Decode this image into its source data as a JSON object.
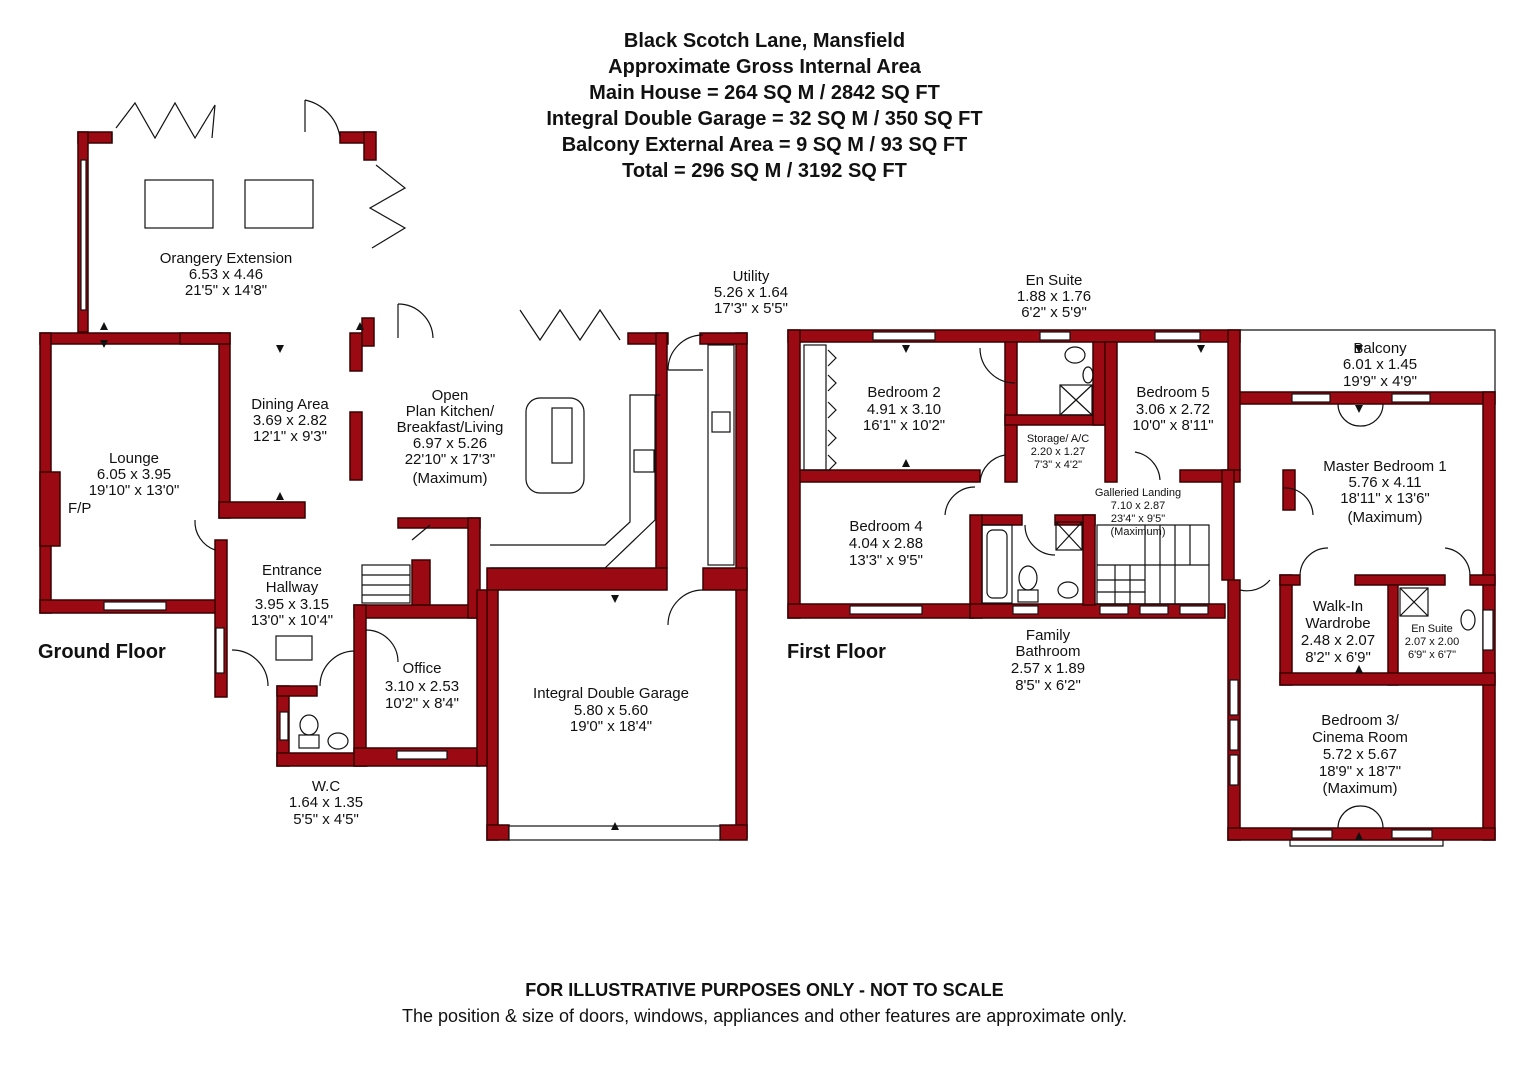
{
  "header": {
    "address": "Black Scotch Lane, Mansfield",
    "area_title": "Approximate Gross Internal Area",
    "main_house": "Main House = 264 SQ M / 2842 SQ FT",
    "garage": "Integral Double Garage = 32 SQ M / 350 SQ FT",
    "balcony": "Balcony External Area = 9 SQ M / 93 SQ FT",
    "total": "Total = 296 SQ M / 3192 SQ FT"
  },
  "floors": {
    "ground": "Ground Floor",
    "first": "First Floor"
  },
  "rooms": {
    "orangery": {
      "name": "Orangery Extension",
      "metric": "6.53 x 4.46",
      "imperial": "21'5\" x 14'8\""
    },
    "lounge": {
      "name": "Lounge",
      "metric": "6.05 x 3.95",
      "imperial": "19'10\" x 13'0\"",
      "extra": "F/P"
    },
    "dining": {
      "name": "Dining Area",
      "metric": "3.69 x 2.82",
      "imperial": "12'1\" x 9'3\""
    },
    "kitchen": {
      "line1": "Open",
      "line2": "Plan Kitchen/",
      "line3": "Breakfast/Living",
      "metric": "6.97 x 5.26",
      "imperial": "22'10\" x 17'3\"",
      "note": "(Maximum)"
    },
    "utility": {
      "name": "Utility",
      "metric": "5.26 x 1.64",
      "imperial": "17'3\" x 5'5\""
    },
    "hallway": {
      "line1": "Entrance",
      "line2": "Hallway",
      "metric": "3.95 x 3.15",
      "imperial": "13'0\" x 10'4\""
    },
    "office": {
      "name": "Office",
      "metric": "3.10 x 2.53",
      "imperial": "10'2\" x 8'4\""
    },
    "wc": {
      "name": "W.C",
      "metric": "1.64 x 1.35",
      "imperial": "5'5\" x 4'5\""
    },
    "garage": {
      "name": "Integral Double Garage",
      "metric": "5.80 x 5.60",
      "imperial": "19'0\" x 18'4\""
    },
    "en_suite_top": {
      "name": "En Suite",
      "metric": "1.88 x 1.76",
      "imperial": "6'2\" x 5'9\""
    },
    "bedroom2": {
      "name": "Bedroom 2",
      "metric": "4.91 x 3.10",
      "imperial": "16'1\" x 10'2\""
    },
    "bedroom5": {
      "name": "Bedroom 5",
      "metric": "3.06 x 2.72",
      "imperial": "10'0\" x 8'11\""
    },
    "balcony": {
      "name": "Balcony",
      "metric": "6.01 x 1.45",
      "imperial": "19'9\" x 4'9\""
    },
    "storage": {
      "name": "Storage/ A/C",
      "metric": "2.20 x 1.27",
      "imperial": "7'3\" x 4'2\""
    },
    "master": {
      "name": "Master Bedroom 1",
      "metric": "5.76 x 4.11",
      "imperial": "18'11\" x 13'6\"",
      "note": "(Maximum)"
    },
    "landing": {
      "name": "Galleried Landing",
      "metric": "7.10 x 2.87",
      "imperial": "23'4\" x 9'5\"",
      "note": "(Maximum)"
    },
    "bedroom4": {
      "name": "Bedroom 4",
      "metric": "4.04 x 2.88",
      "imperial": "13'3\" x 9'5\""
    },
    "bathroom": {
      "line1": "Family",
      "line2": "Bathroom",
      "metric": "2.57 x 1.89",
      "imperial": "8'5\" x 6'2\""
    },
    "walkin": {
      "line1": "Walk-In",
      "line2": "Wardrobe",
      "metric": "2.48 x 2.07",
      "imperial": "8'2\" x 6'9\""
    },
    "en_suite_small": {
      "name": "En Suite",
      "metric": "2.07 x 2.00",
      "imperial": "6'9\" x 6'7\""
    },
    "bedroom3": {
      "line1": "Bedroom 3/",
      "line2": "Cinema Room",
      "metric": "5.72 x 5.67",
      "imperial": "18'9\" x 18'7\"",
      "note": "(Maximum)"
    }
  },
  "footer": {
    "disclaimer": "FOR ILLUSTRATIVE PURPOSES ONLY - NOT TO SCALE",
    "note": "The position & size of doors, windows, appliances and other features are approximate only."
  },
  "colors": {
    "wall": "#9b0a13",
    "background": "#ffffff",
    "text": "#111111"
  }
}
